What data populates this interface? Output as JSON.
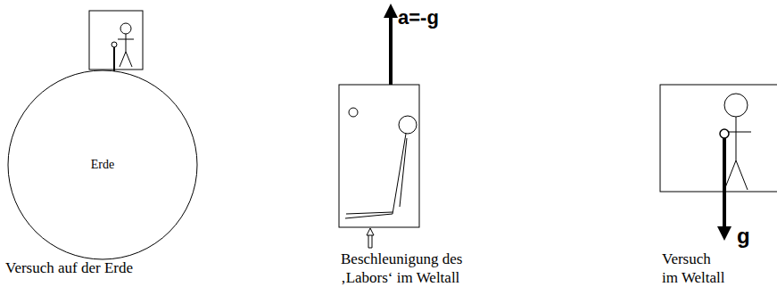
{
  "diagram": {
    "nodes": [
      {
        "text": [
          "Erde"
        ]
      }
    ],
    "labels": [
      "Versuch auf der Erde",
      "a=-g",
      "Beschleunigung des ‚Labors‘ im Weltall",
      "g",
      "Versuch im Weltall"
    ]
  }
}
